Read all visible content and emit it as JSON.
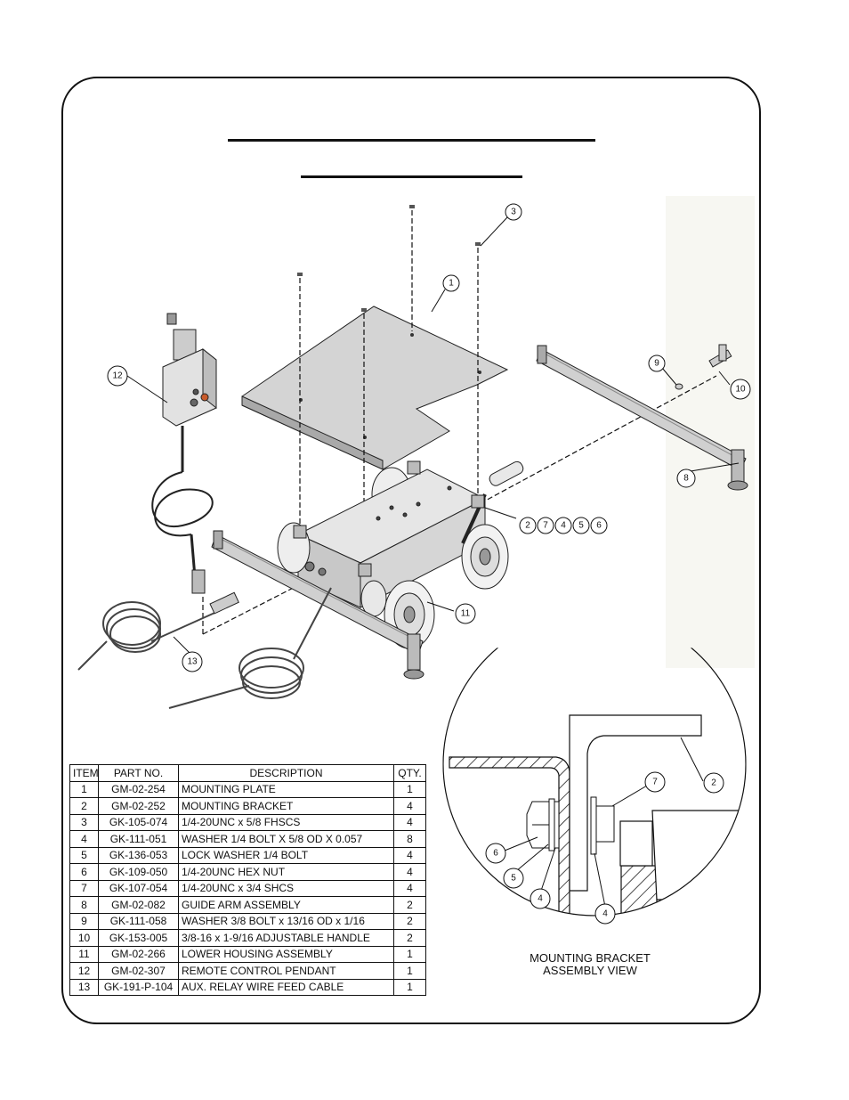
{
  "diagram": {
    "balloons": [
      {
        "n": "1"
      },
      {
        "n": "2"
      },
      {
        "n": "3"
      },
      {
        "n": "4"
      },
      {
        "n": "5"
      },
      {
        "n": "6"
      },
      {
        "n": "7"
      },
      {
        "n": "8"
      },
      {
        "n": "9"
      },
      {
        "n": "10"
      },
      {
        "n": "11"
      },
      {
        "n": "12"
      },
      {
        "n": "13"
      }
    ],
    "callout_group": [
      "2",
      "7",
      "4",
      "5",
      "6"
    ],
    "detail": {
      "label_line1": "MOUNTING BRACKET",
      "label_line2": "ASSEMBLY VIEW",
      "balloons": [
        "7",
        "2",
        "6",
        "5",
        "4",
        "4"
      ]
    }
  },
  "bom": {
    "headers": [
      "ITEM",
      "PART NO.",
      "DESCRIPTION",
      "QTY."
    ],
    "rows": [
      [
        "1",
        "GM-02-254",
        "MOUNTING PLATE",
        "1"
      ],
      [
        "2",
        "GM-02-252",
        "MOUNTING BRACKET",
        "4"
      ],
      [
        "3",
        "GK-105-074",
        "1/4-20UNC x 5/8 FHSCS",
        "4"
      ],
      [
        "4",
        "GK-111-051",
        "WASHER 1/4 BOLT X 5/8 OD X 0.057",
        "8"
      ],
      [
        "5",
        "GK-136-053",
        "LOCK WASHER 1/4 BOLT",
        "4"
      ],
      [
        "6",
        "GK-109-050",
        "1/4-20UNC HEX NUT",
        "4"
      ],
      [
        "7",
        "GK-107-054",
        "1/4-20UNC x 3/4 SHCS",
        "4"
      ],
      [
        "8",
        "GM-02-082",
        "GUIDE ARM ASSEMBLY",
        "2"
      ],
      [
        "9",
        "GK-111-058",
        "WASHER 3/8 BOLT x 13/16 OD x 1/16",
        "2"
      ],
      [
        "10",
        "GK-153-005",
        "3/8-16 x 1-9/16 ADJUSTABLE HANDLE",
        "2"
      ],
      [
        "11",
        "GM-02-266",
        "LOWER HOUSING ASSEMBLY",
        "1"
      ],
      [
        "12",
        "GM-02-307",
        "REMOTE CONTROL PENDANT",
        "1"
      ],
      [
        "13",
        "GK-191-P-104",
        "AUX. RELAY WIRE FEED CABLE",
        "1"
      ]
    ]
  }
}
